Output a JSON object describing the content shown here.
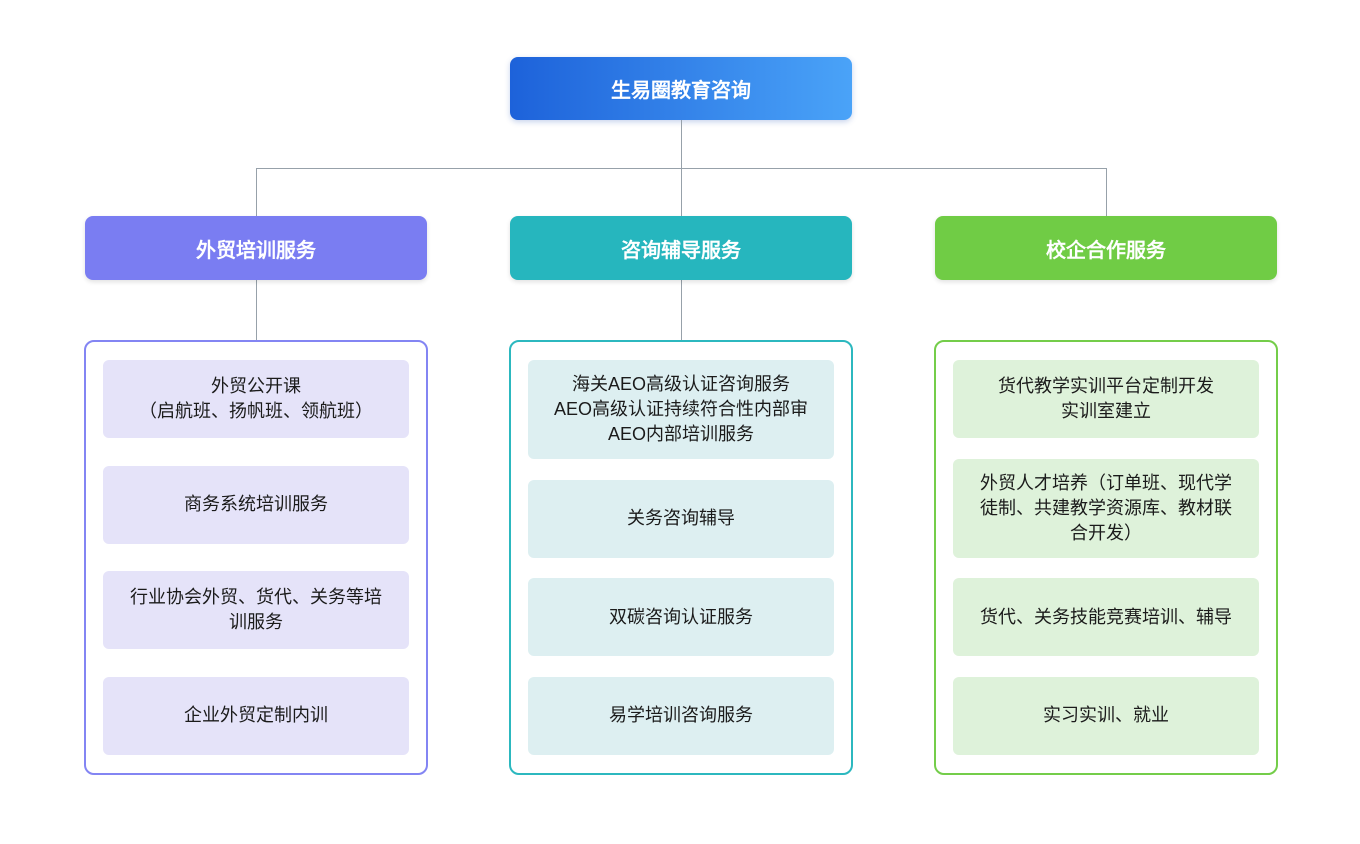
{
  "root": {
    "label": "生易圈教育咨询"
  },
  "theme": {
    "root_gradient_start": "#1d62da",
    "root_gradient_end": "#4aa3f8",
    "connector_color": "#97a1aa",
    "text_color": "#1b1b1b"
  },
  "branches": [
    {
      "label": "外贸培训服务",
      "color": "#7a7df2",
      "item_bg": "#e5e3f9",
      "items": [
        "外贸公开课\n（启航班、扬帆班、领航班）",
        "商务系统培训服务",
        "行业协会外贸、货代、关务等培训服务",
        "企业外贸定制内训"
      ]
    },
    {
      "label": "咨询辅导服务",
      "color": "#26b6be",
      "item_bg": "#ddeff1",
      "items": [
        "海关AEO高级认证咨询服务\nAEO高级认证持续符合性内部审\nAEO内部培训服务",
        "关务咨询辅导",
        "双碳咨询认证服务",
        "易学培训咨询服务"
      ]
    },
    {
      "label": "校企合作服务",
      "color": "#70cc45",
      "item_bg": "#def2da",
      "items": [
        "货代教学实训平台定制开发\n实训室建立",
        "外贸人才培养（订单班、现代学徒制、共建教学资源库、教材联合开发）",
        "货代、关务技能竞赛培训、辅导",
        "实习实训、就业"
      ]
    }
  ]
}
